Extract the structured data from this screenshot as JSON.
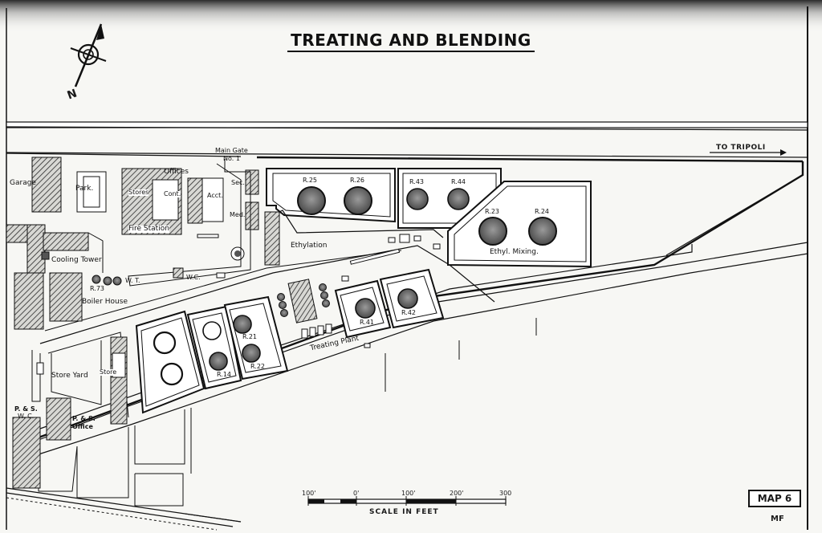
{
  "title": "TREATING AND BLENDING",
  "north_label": "N",
  "direction_label": "TO TRIPOLI",
  "map_label": "MAP 6",
  "initials": "MF",
  "scale": {
    "label": "SCALE IN FEET",
    "ticks": [
      "100'",
      "0'",
      "100'",
      "200'",
      "300"
    ]
  },
  "labels": {
    "garage": "Garage",
    "park": "Park.",
    "offices": "Offices",
    "stores": "Stores",
    "cont": "Cont.",
    "acct": "Acct.",
    "fire_station": "Fire Station",
    "main_gate": "Main Gate",
    "gate_no": "No. 1",
    "sec": "Sec.",
    "med": "Med.",
    "cooling_tower": "Cooling Tower",
    "boiler_house": "Boiler House",
    "wt": "W. T.",
    "wc": "W.C.",
    "ethylation": "Ethylation",
    "ethyl_mixing": "Ethyl. Mixing.",
    "treating_plant": "Treating Plant",
    "store_yard": "Store Yard",
    "store": "Store",
    "ps_wc": "P. & S.",
    "ps_wc_sub": "W. C.",
    "ps_office": "P. & S.",
    "ps_office_sub": "Office"
  },
  "tanks": [
    {
      "id": "R.25"
    },
    {
      "id": "R.26"
    },
    {
      "id": "R.43"
    },
    {
      "id": "R.44"
    },
    {
      "id": "R.23"
    },
    {
      "id": "R.24"
    },
    {
      "id": "R.41"
    },
    {
      "id": "R.42"
    },
    {
      "id": "R.21"
    },
    {
      "id": "R.14"
    },
    {
      "id": "R.22"
    },
    {
      "id": "R.73"
    }
  ]
}
